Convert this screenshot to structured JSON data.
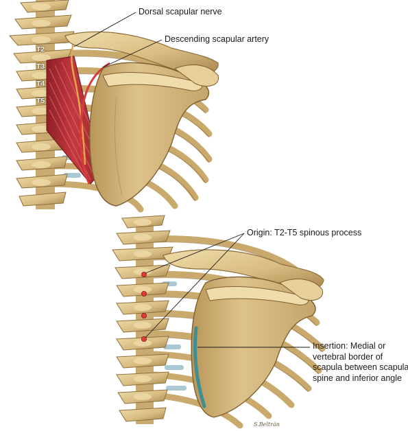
{
  "labels": {
    "dorsal_scapular_nerve": "Dorsal scapular nerve",
    "descending_scapular_artery": "Descending scapular artery",
    "origin": "Origin: T2-T5 spinous process",
    "insertion": [
      "Insertion: Medial or",
      "vertebral border of",
      "scapula between scapular",
      "spine and inferior angle"
    ]
  },
  "vertebra_labels": [
    "T2",
    "T3",
    "T4",
    "T5"
  ],
  "artist_signature": "S.Beltrán",
  "colors": {
    "bone": "#d9bd82",
    "bone_shadow": "#a8864d",
    "bone_highlight": "#efdcaa",
    "muscle": "#b8323a",
    "nerve": "#e8a44a",
    "artery": "#d93a3a",
    "cartilage": "#9fc4cf",
    "insertion_border": "#3f8e94",
    "origin_dot": "#e23a3a",
    "leader_line": "#1a1a1a"
  }
}
